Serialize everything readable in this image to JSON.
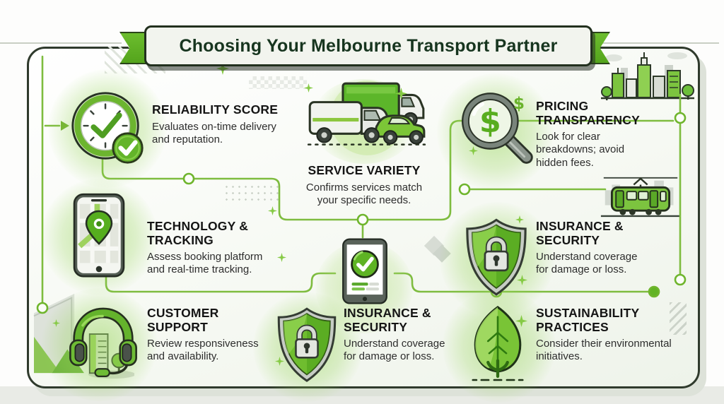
{
  "title": "Choosing Your Melbourne Transport Partner",
  "sections": [
    {
      "id": "reliability",
      "icon": "clock-check-icon",
      "heading": "RELIABILITY SCORE",
      "body": "Evaluates on-time delivery and reputation."
    },
    {
      "id": "service-variety",
      "icon": "vehicles-icon",
      "heading": "SERVICE VARIETY",
      "body": "Confirms services match your specific needs."
    },
    {
      "id": "pricing",
      "icon": "magnifier-dollar-icon",
      "heading": "PRICING TRANSPARENCY",
      "body": "Look for clear breakdowns; avoid hidden fees."
    },
    {
      "id": "technology",
      "icon": "phone-map-pin-icon",
      "heading": "TECHNOLOGY & TRACKING",
      "body": "Assess booking platform and real-time tracking."
    },
    {
      "id": "insurance-middle",
      "icon": "shield-lock-icon",
      "heading": "INSURANCE & SECURITY",
      "body": "Understand coverage for damage or loss."
    },
    {
      "id": "customer-support",
      "icon": "headset-icon",
      "heading": "CUSTOMER SUPPORT",
      "body": "Review responsiveness and availability."
    },
    {
      "id": "insurance-bottom",
      "icon": "shield-lock-icon",
      "heading": "INSURANCE & SECURITY",
      "body": "Understand coverage for damage or loss."
    },
    {
      "id": "sustainability",
      "icon": "leaf-tree-icon",
      "heading": "SUSTAINABILITY PRACTICES",
      "body": "Consider their environmental initiatives."
    }
  ],
  "decorations": [
    "city-skyline",
    "tram",
    "corner-buildings",
    "tablet-check",
    "sparkles",
    "dot-grid",
    "diamonds",
    "diagonal-stripes",
    "connector-lines"
  ],
  "colors": {
    "accent_green": "#6cb52f",
    "line_green": "#7ebc3f",
    "dark_outline": "#2c3629",
    "card_bg": "#f6f9f3",
    "banner_bg": "#f2f4ee",
    "title_color": "#17351f",
    "heading_color": "#151515",
    "body_color": "#2d2d2d"
  }
}
